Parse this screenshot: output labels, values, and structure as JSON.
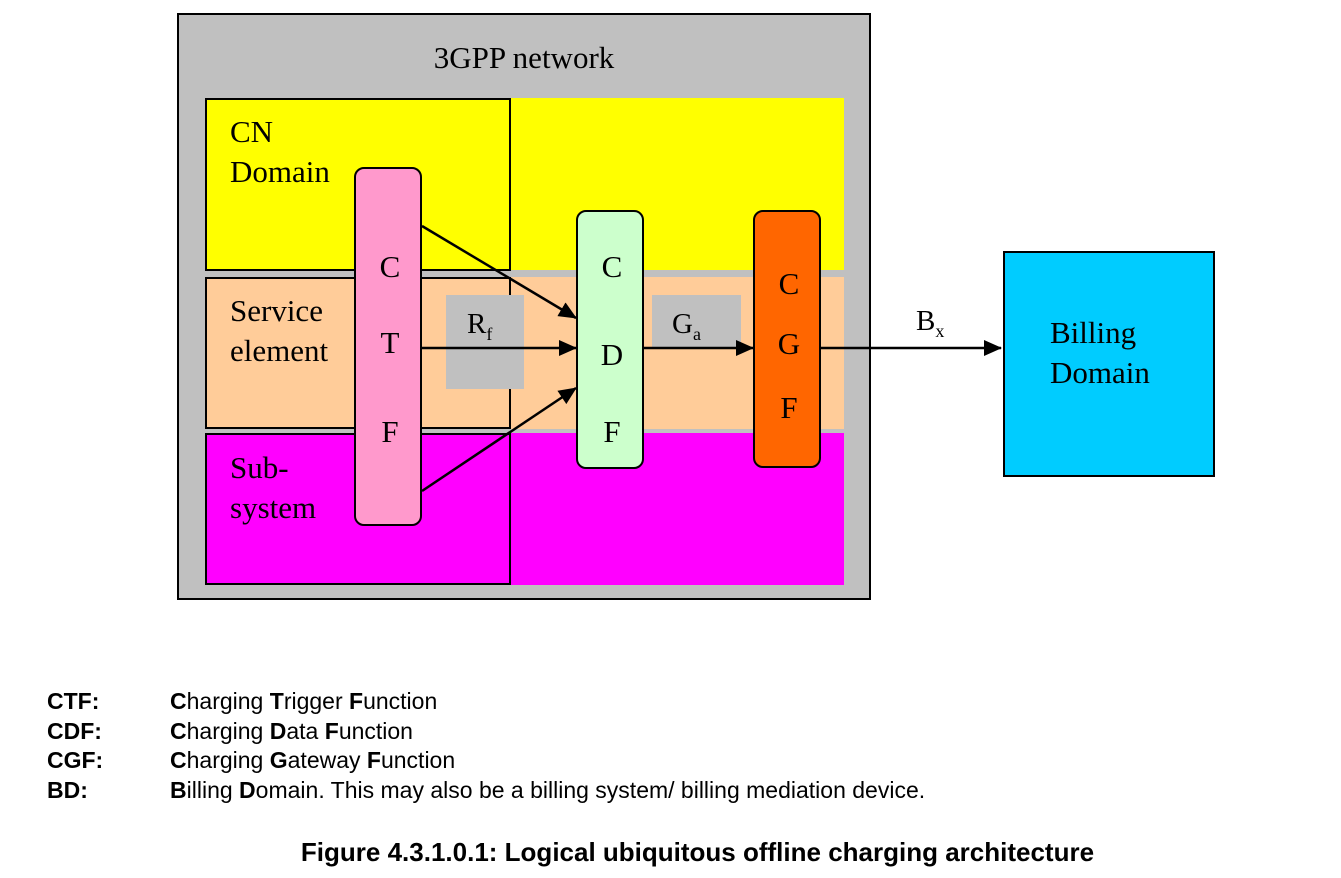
{
  "diagram": {
    "network_title": "3GPP network",
    "domains": [
      {
        "line1": "CN",
        "line2": "Domain"
      },
      {
        "line1": "Service",
        "line2": "element"
      },
      {
        "line1": "Sub-",
        "line2": "system"
      }
    ],
    "ctf": {
      "letters": [
        "C",
        "T",
        "F"
      ],
      "color": "#ff99cc"
    },
    "cdf": {
      "letters": [
        "C",
        "D",
        "F"
      ],
      "color": "#ccffcc"
    },
    "cgf": {
      "letters": [
        "C",
        "G",
        "F"
      ],
      "color": "#ff6600"
    },
    "interfaces": {
      "rf": {
        "main": "R",
        "sub": "f"
      },
      "ga": {
        "main": "G",
        "sub": "a"
      },
      "bx": {
        "main": "B",
        "sub": "x"
      }
    },
    "billing_domain": {
      "line1": "Billing",
      "line2": "Domain",
      "color": "#00ccff"
    },
    "colors": {
      "cn_domain": "#ffff00",
      "service_element": "#ffcc99",
      "subsystem": "#ff00ff",
      "network": "#c0c0c0"
    }
  },
  "legend": [
    {
      "key": "CTF:",
      "parts": [
        [
          "C",
          true
        ],
        [
          "harging ",
          false
        ],
        [
          "T",
          true
        ],
        [
          "rigger ",
          false
        ],
        [
          "F",
          true
        ],
        [
          "unction",
          false
        ]
      ]
    },
    {
      "key": "CDF:",
      "parts": [
        [
          "C",
          true
        ],
        [
          "harging ",
          false
        ],
        [
          "D",
          true
        ],
        [
          "ata ",
          false
        ],
        [
          "F",
          true
        ],
        [
          "unction",
          false
        ]
      ]
    },
    {
      "key": "CGF:",
      "parts": [
        [
          "C",
          true
        ],
        [
          "harging ",
          false
        ],
        [
          "G",
          true
        ],
        [
          "ateway ",
          false
        ],
        [
          "F",
          true
        ],
        [
          "unction",
          false
        ]
      ]
    },
    {
      "key": "BD:",
      "parts": [
        [
          "B",
          true
        ],
        [
          "illing ",
          false
        ],
        [
          "D",
          true
        ],
        [
          "omain. This may also be a billing system/ billing mediation device.",
          false
        ]
      ]
    }
  ],
  "caption": "Figure 4.3.1.0.1: Logical ubiquitous offline charging architecture"
}
